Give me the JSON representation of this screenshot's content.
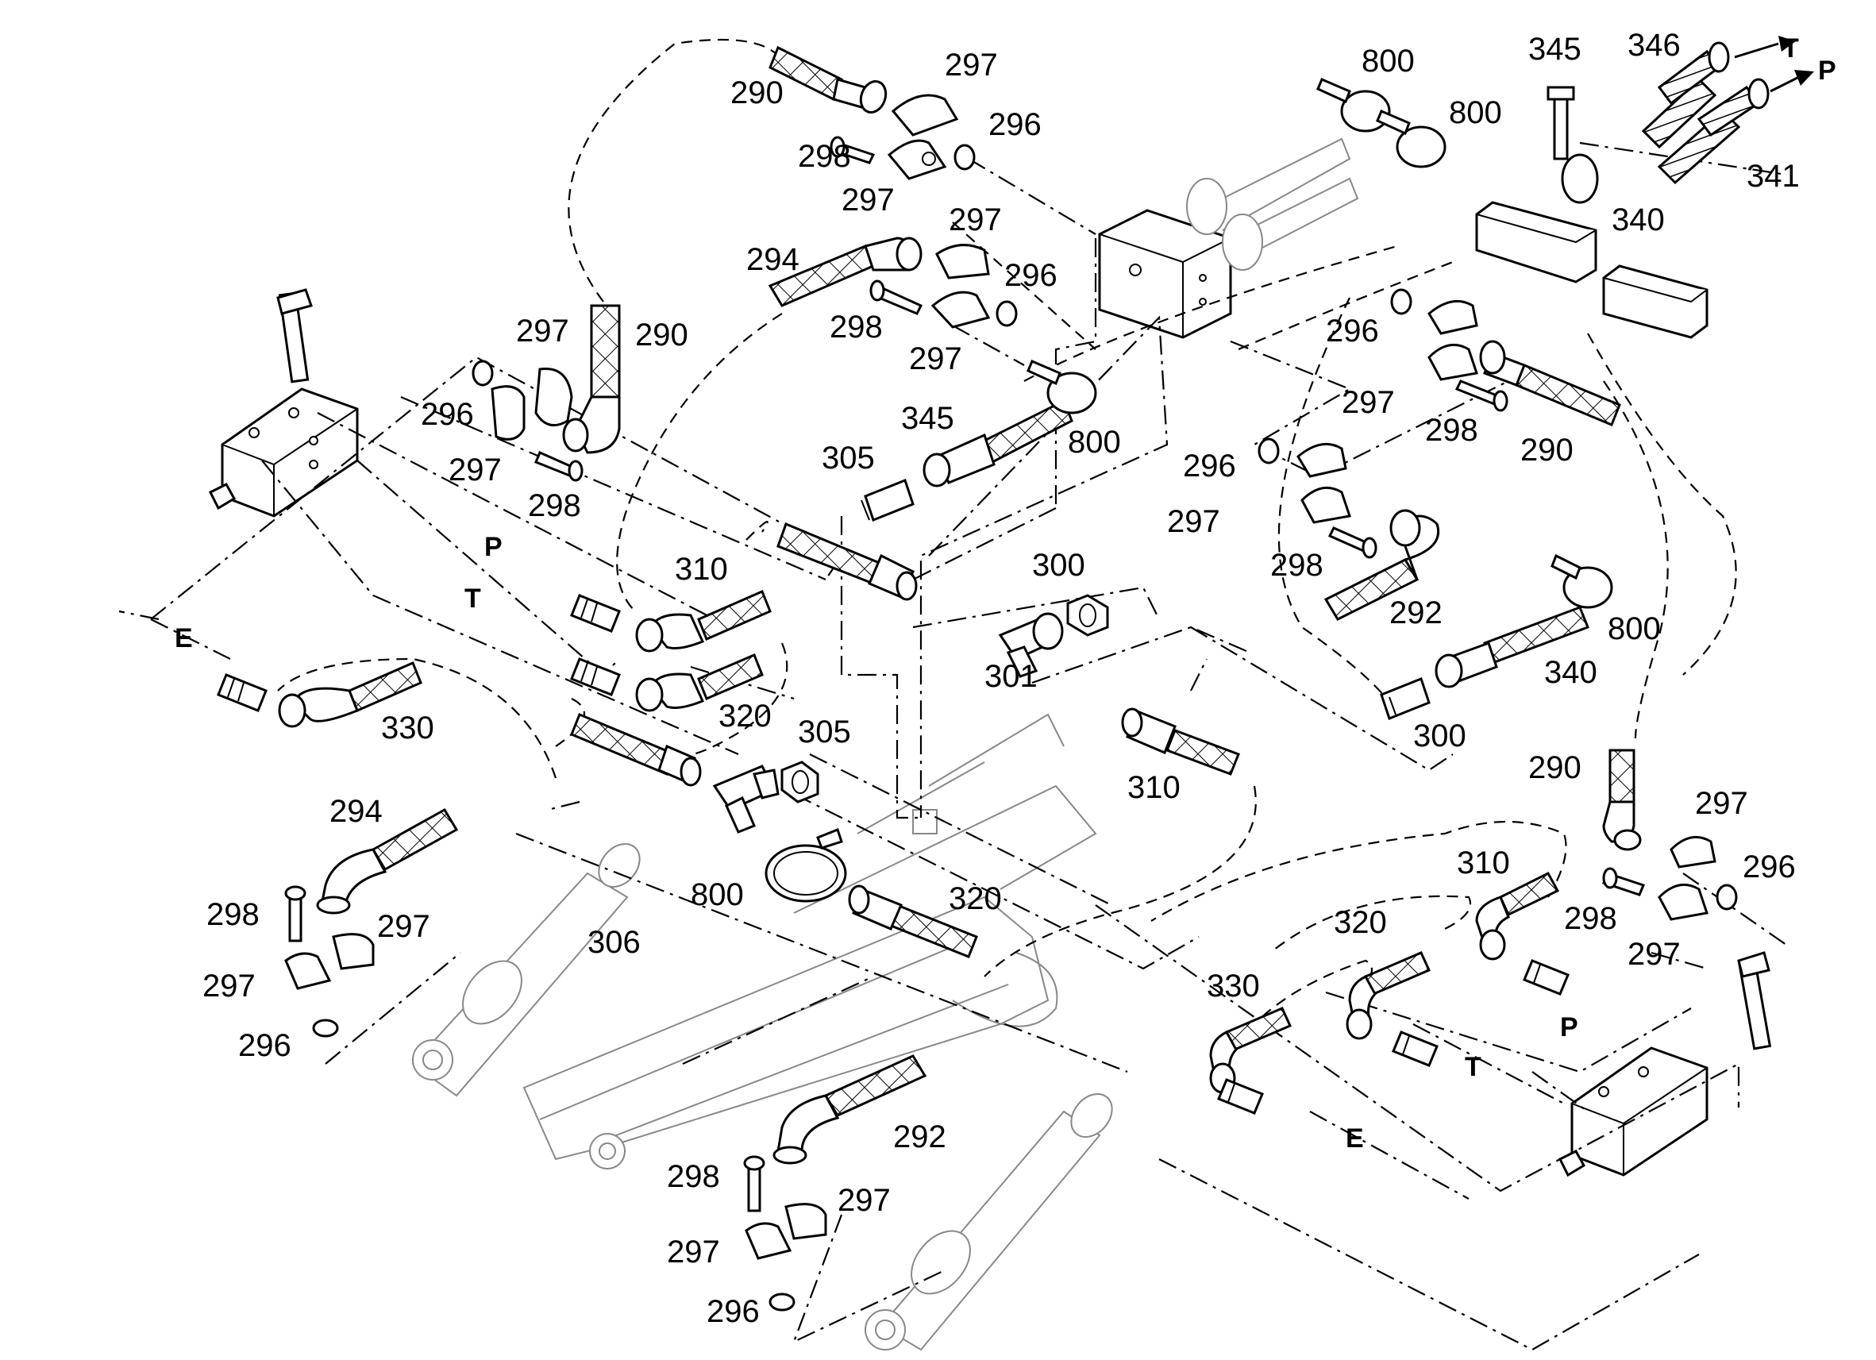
{
  "diagram": {
    "labels": {
      "n290": "290",
      "n292": "292",
      "n294": "294",
      "n296": "296",
      "n297": "297",
      "n298": "298",
      "n300": "300",
      "n301": "301",
      "n305": "305",
      "n306": "306",
      "n310": "310",
      "n320": "320",
      "n330": "330",
      "n340": "340",
      "n341": "341",
      "n345": "345",
      "n346": "346",
      "n800": "800",
      "P": "P",
      "T": "T",
      "E": "E"
    },
    "colors": {
      "line": "#000000",
      "ghost": "#888888",
      "background": "#ffffff"
    }
  }
}
